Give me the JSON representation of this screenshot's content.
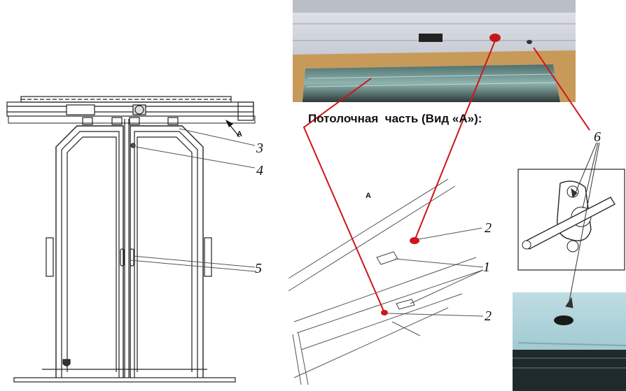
{
  "caption": "Потолочная  часть (Вид «A»):",
  "labels": {
    "view_marker_left": "A",
    "view_marker_right": "A",
    "n3": "3",
    "n4": "4",
    "n5": "5",
    "n6": "6",
    "n1": "1",
    "n2a": "2",
    "n2b": "2"
  },
  "colors": {
    "leader_red": "#d0141b",
    "line_dark": "#222222",
    "photo_ceiling": "#c9ced6",
    "photo_frame": "#c89a5a",
    "photo_glass": "#7aa3a0"
  }
}
